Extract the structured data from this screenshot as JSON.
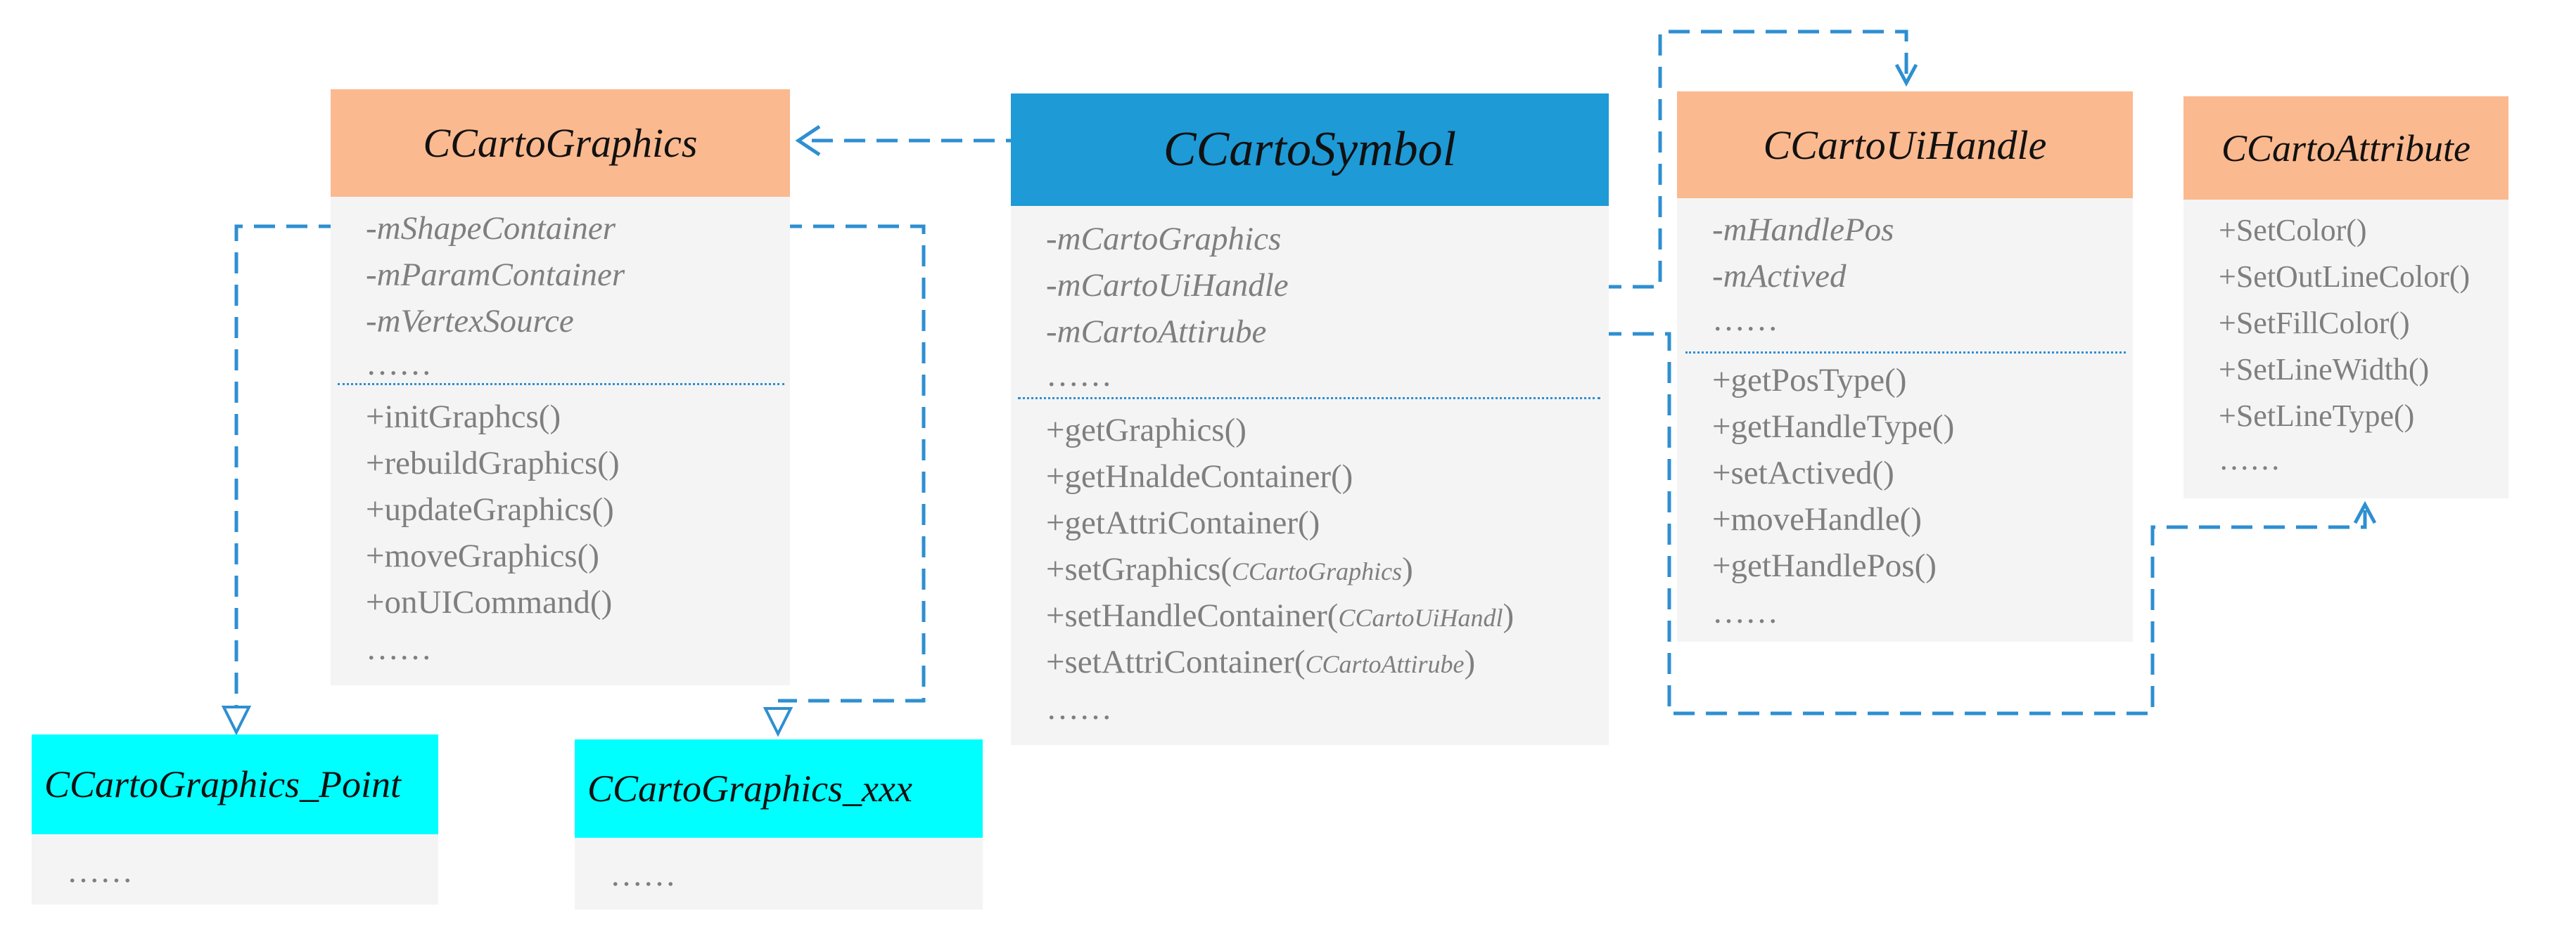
{
  "classes": {
    "graphics": {
      "name": "CCartoGraphics",
      "attributes": [
        "-mShapeContainer",
        "-mParamContainer",
        "-mVertexSource",
        "……"
      ],
      "methods": [
        "+initGraphcs()",
        "+rebuildGraphics()",
        "+updateGraphics()",
        "+moveGraphics()",
        "+onUICommand()",
        "……"
      ]
    },
    "symbol": {
      "name": "CCartoSymbol",
      "attributes": [
        "-mCartoGraphics",
        "-mCartoUiHandle",
        "-mCartoAttirube",
        "……"
      ],
      "methods": [
        {
          "text": "+getGraphics()"
        },
        {
          "text": "+getHnaldeContainer()"
        },
        {
          "text": "+getAttriContainer()"
        },
        {
          "text": "+setGraphics(",
          "arg": "CCartoGraphics",
          "close": ")"
        },
        {
          "text": "+setHandleContainer(",
          "arg": "CCartoUiHandl",
          "close": ")"
        },
        {
          "text": "+setAttriContainer(",
          "arg": "CCartoAttirube",
          "close": ")"
        },
        {
          "text": "……"
        }
      ]
    },
    "uihandle": {
      "name": "CCartoUiHandle",
      "attributes": [
        "-mHandlePos",
        "-mActived",
        "……"
      ],
      "methods": [
        "+getPosType()",
        "+getHandleType()",
        "+setActived()",
        "+moveHandle()",
        "+getHandlePos()",
        "……"
      ]
    },
    "attribute": {
      "name": "CCartoAttribute",
      "methods": [
        "+SetColor()",
        "+SetOutLineColor()",
        "+SetFillColor()",
        "+SetLineWidth()",
        "+SetLineType()",
        "……"
      ]
    },
    "point": {
      "name": "CCartoGraphics_Point",
      "body": "……"
    },
    "xxx": {
      "name": "CCartoGraphics_xxx",
      "body": "……"
    }
  },
  "colors": {
    "orange_header": "#fbb98f",
    "blue_header": "#1e9ad6",
    "cyan_header": "#00ffff",
    "body_fill": "#f4f4f4",
    "connector": "#2e8fd1",
    "member_text": "#7f7f7f"
  }
}
